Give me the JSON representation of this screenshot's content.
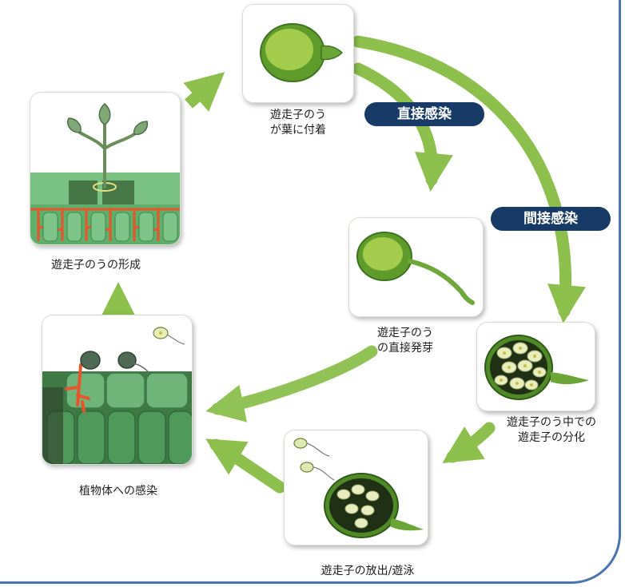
{
  "stages": {
    "attach": "遊走子のう\nが葉に付着",
    "direct_germination": "遊走子のう\nの直接発芽",
    "differentiation": "遊走子のう中での\n遊走子の分化",
    "release": "遊走子の放出/遊泳",
    "infection": "植物体への感染",
    "formation": "遊走子のうの形成"
  },
  "routes": {
    "direct": "直接感染",
    "indirect": "間接感染"
  },
  "colors": {
    "arrow": "#8cbf4c",
    "pill": "#173a66",
    "frame": "#4a74ad"
  }
}
